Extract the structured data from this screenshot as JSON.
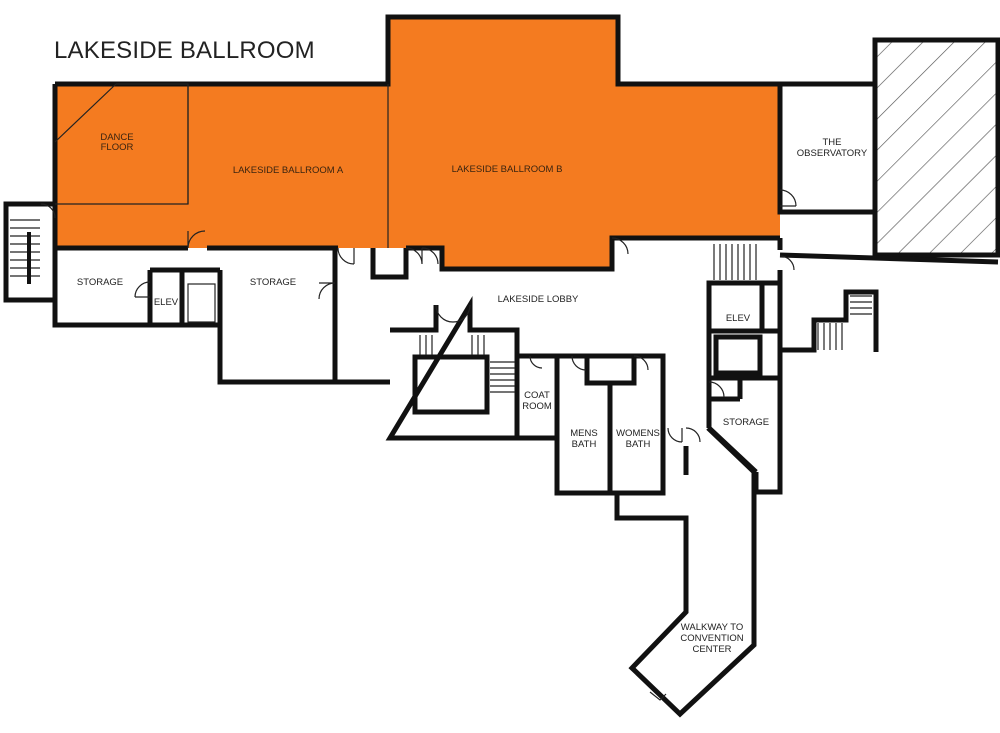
{
  "title": "LAKESIDE BALLROOM",
  "colors": {
    "ballroom": "#f47b20",
    "wall": "#111111",
    "hatch": "#555555"
  },
  "rooms": {
    "dance_floor": [
      "DANCE",
      "FLOOR"
    ],
    "ballroom_a": "LAKESIDE BALLROOM A",
    "ballroom_b": "LAKESIDE BALLROOM B",
    "observatory": [
      "THE",
      "OBSERVATORY"
    ],
    "storage_left": "STORAGE",
    "elev_left": "ELEV",
    "storage_mid": "STORAGE",
    "lobby": "LAKESIDE LOBBY",
    "elev_right": "ELEV",
    "coat_room": [
      "COAT",
      "ROOM"
    ],
    "mens_bath": [
      "MENS",
      "BATH"
    ],
    "womens_bath": [
      "WOMENS",
      "BATH"
    ],
    "storage_right": "STORAGE",
    "walkway": [
      "WALKWAY TO",
      "CONVENTION",
      "CENTER"
    ]
  }
}
